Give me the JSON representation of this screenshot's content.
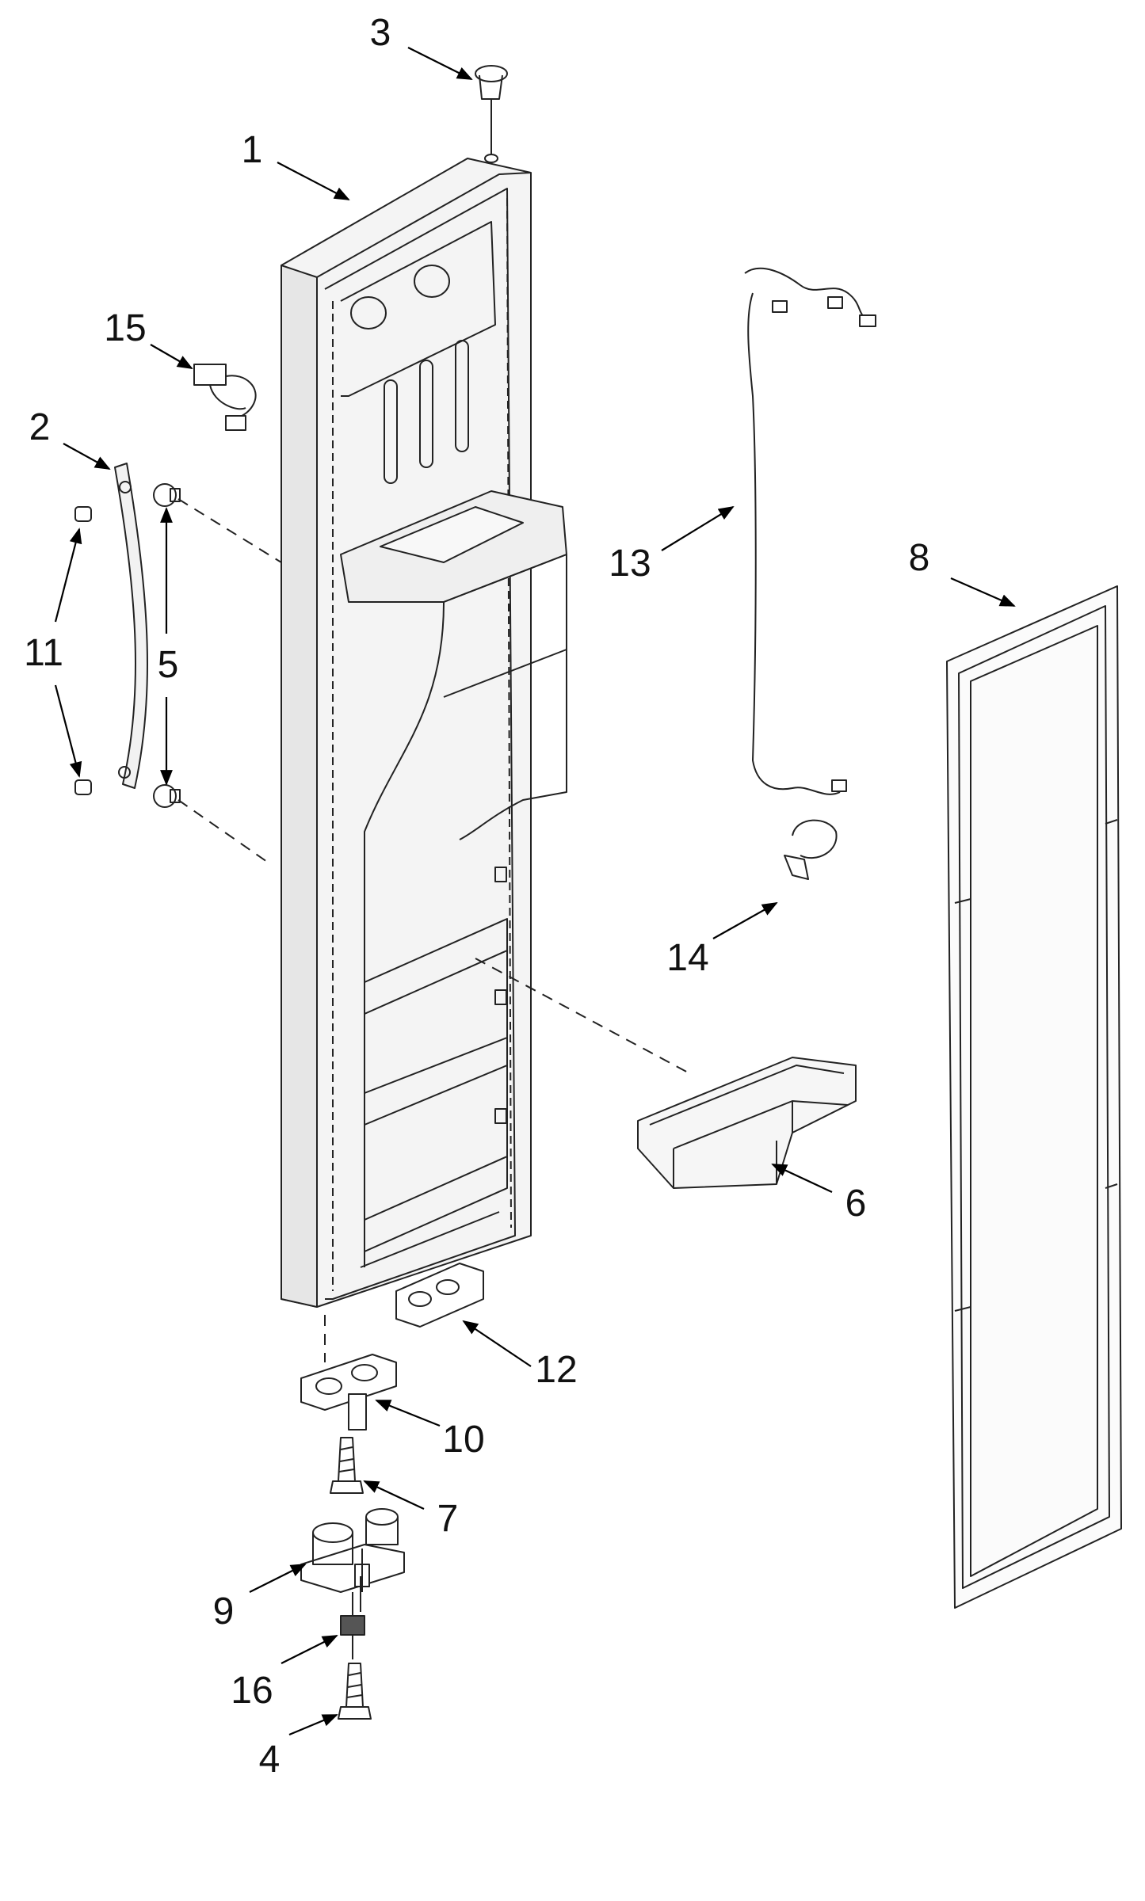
{
  "callouts": {
    "p1": "1",
    "p2": "2",
    "p3": "3",
    "p4": "4",
    "p5": "5",
    "p6": "6",
    "p7": "7",
    "p8": "8",
    "p9": "9",
    "p10": "10",
    "p11": "11",
    "p12": "12",
    "p13": "13",
    "p14": "14",
    "p15": "15",
    "p16": "16"
  }
}
